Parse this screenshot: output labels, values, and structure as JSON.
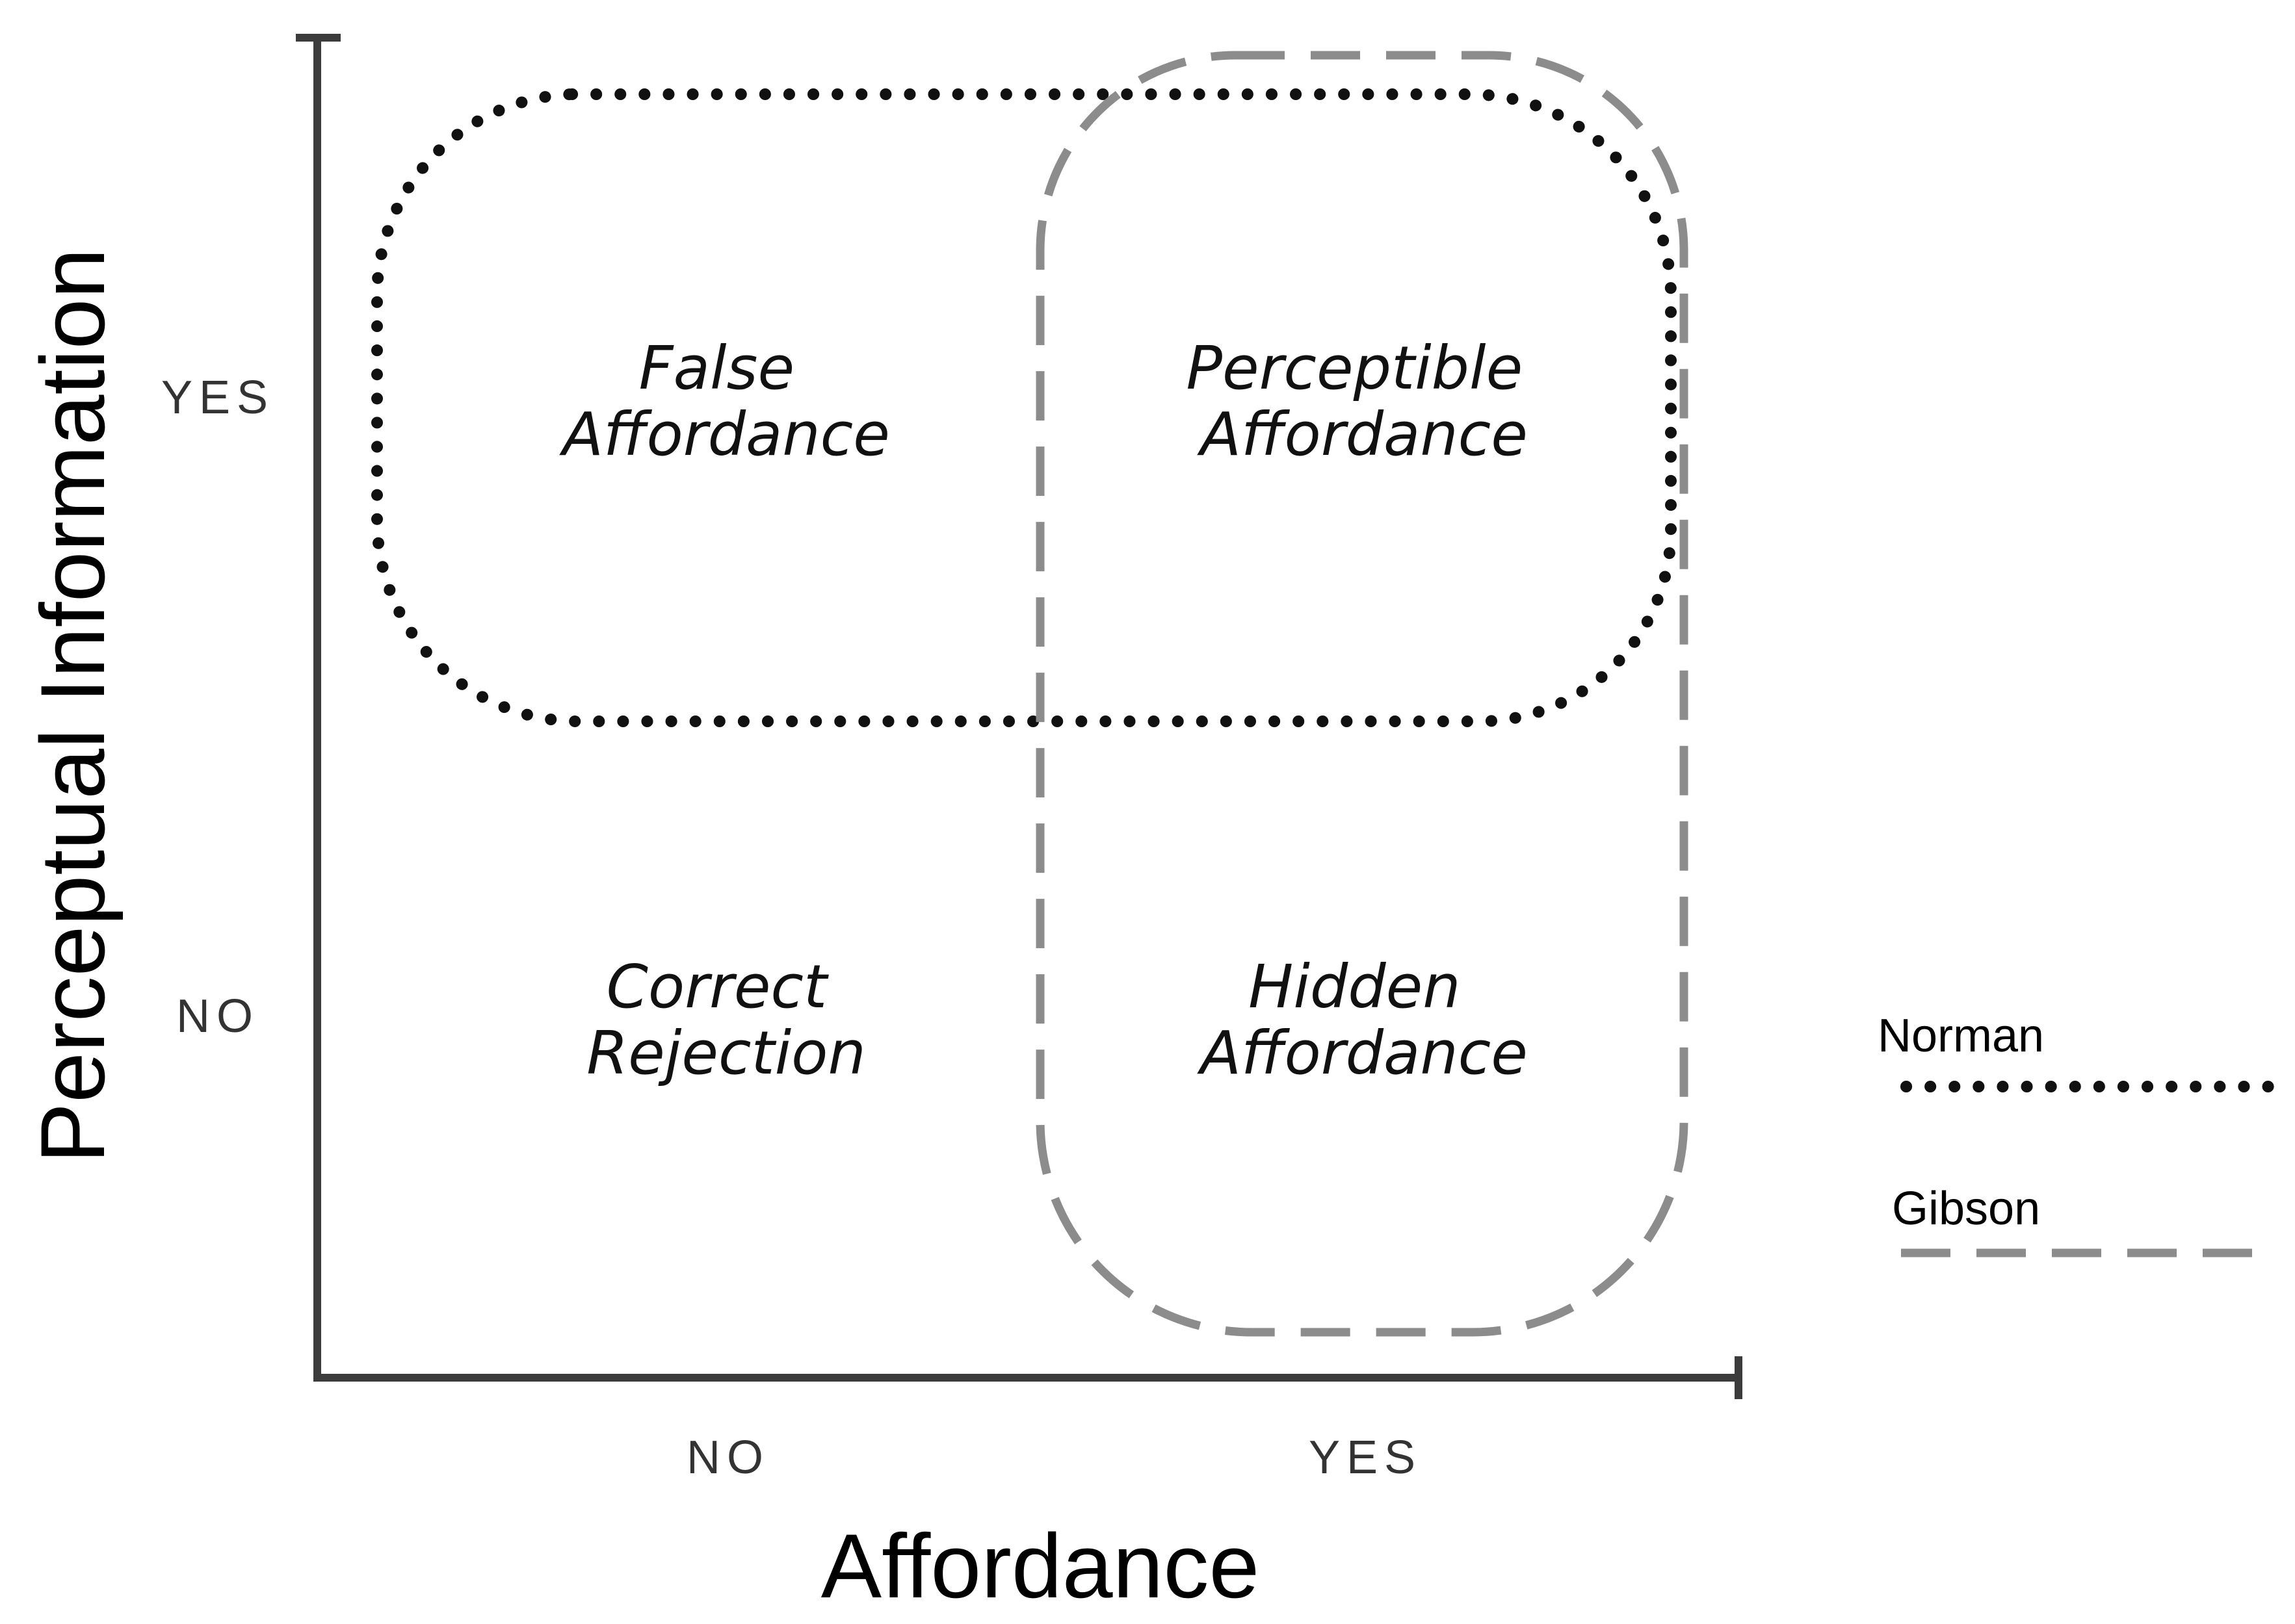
{
  "diagram": {
    "axes": {
      "x_title": "Affordance",
      "y_title": "Perceptual Information",
      "x_ticks": [
        "NO",
        "YES"
      ],
      "y_ticks": [
        "YES",
        "NO"
      ]
    },
    "cells": {
      "top_left": [
        "False",
        "Affordance"
      ],
      "top_right": [
        "Perceptible",
        "Affordance"
      ],
      "bottom_left": [
        "Correct",
        "Rejection"
      ],
      "bottom_right": [
        "Hidden",
        "Affordance"
      ]
    },
    "legend": {
      "norman": {
        "label": "Norman",
        "color": "#111111",
        "style": "dotted"
      },
      "gibson": {
        "label": "Gibson",
        "color": "#8c8c8c",
        "style": "dashed"
      }
    },
    "colors": {
      "axis": "#3c3c3c",
      "text": "#111111",
      "background": "#ffffff"
    }
  }
}
